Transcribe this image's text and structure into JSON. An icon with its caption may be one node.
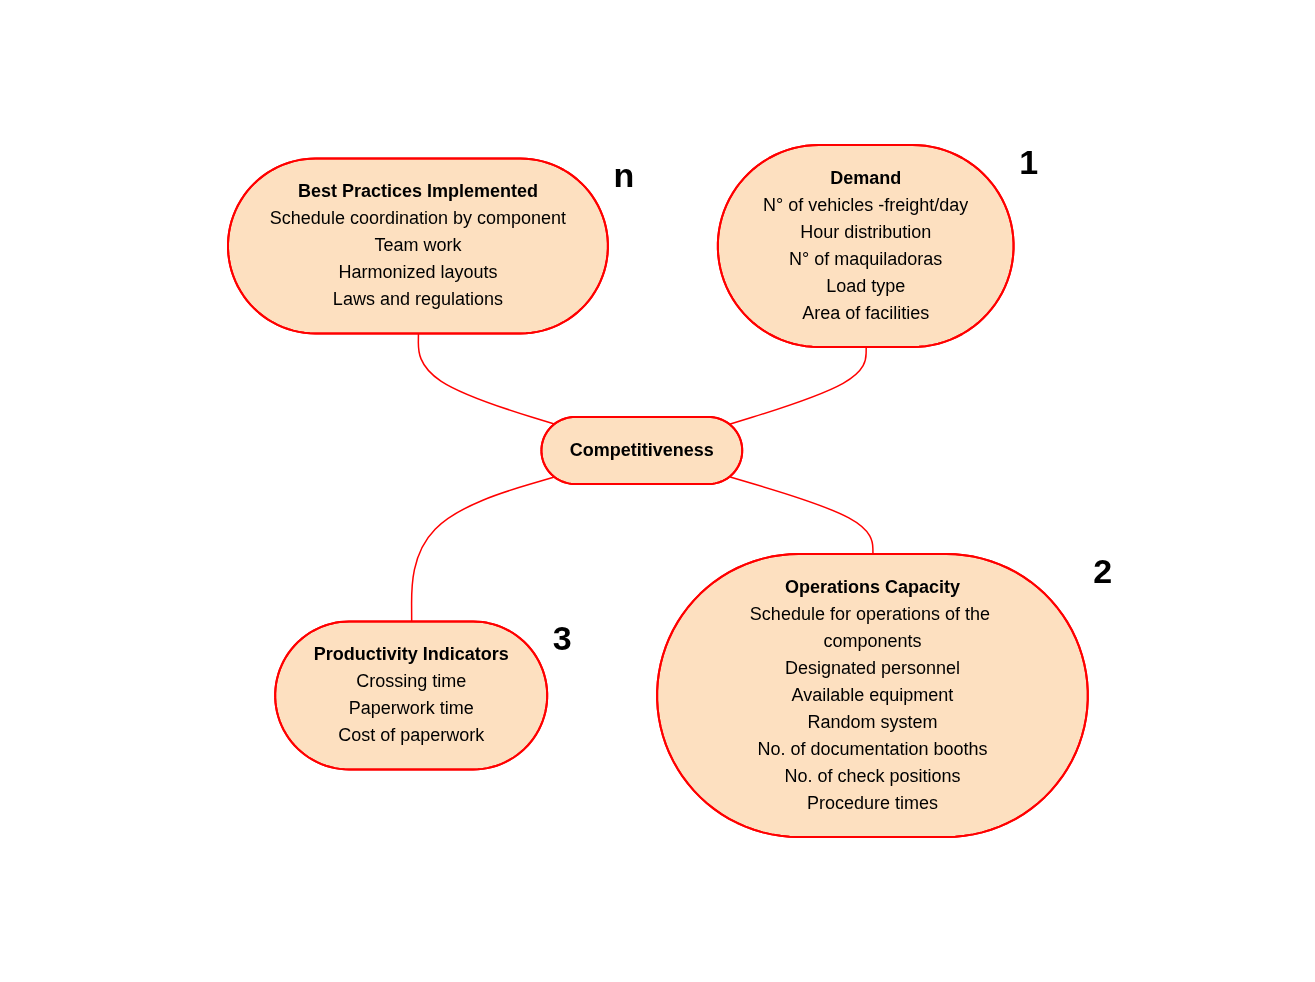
{
  "diagram": {
    "nodes": [
      {
        "text": [
          "Best Practices Implemented",
          "Schedule coordination by component",
          "Team work",
          "Harmonized layouts",
          "Laws and regulations"
        ],
        "beside": [
          "n"
        ]
      },
      {
        "text": [
          "Demand",
          "N° of vehicles -freight/day",
          "Hour distribution",
          "N° of maquiladoras",
          "Load type",
          "Area of facilities"
        ],
        "beside": [
          "1"
        ]
      },
      {
        "text": [
          "Competitiveness"
        ]
      },
      {
        "text": [
          "Productivity Indicators",
          "Crossing time",
          "Paperwork time",
          "Cost of paperwork"
        ],
        "beside": [
          "3"
        ]
      },
      {
        "text": [
          "Operations Capacity",
          "Schedule for operations of the components",
          "Designated personnel",
          "Available equipment",
          "Random system",
          "No. of documentation booths",
          "No. of check positions",
          "Procedure times"
        ],
        "beside": [
          "2"
        ]
      }
    ],
    "edges": [
      {
        "from": 0,
        "to": 2,
        "arrow": "none"
      },
      {
        "from": 1,
        "to": 2,
        "arrow": "none"
      },
      {
        "from": 2,
        "to": 3,
        "arrow": "none"
      },
      {
        "from": 2,
        "to": 4,
        "arrow": "none"
      }
    ]
  }
}
